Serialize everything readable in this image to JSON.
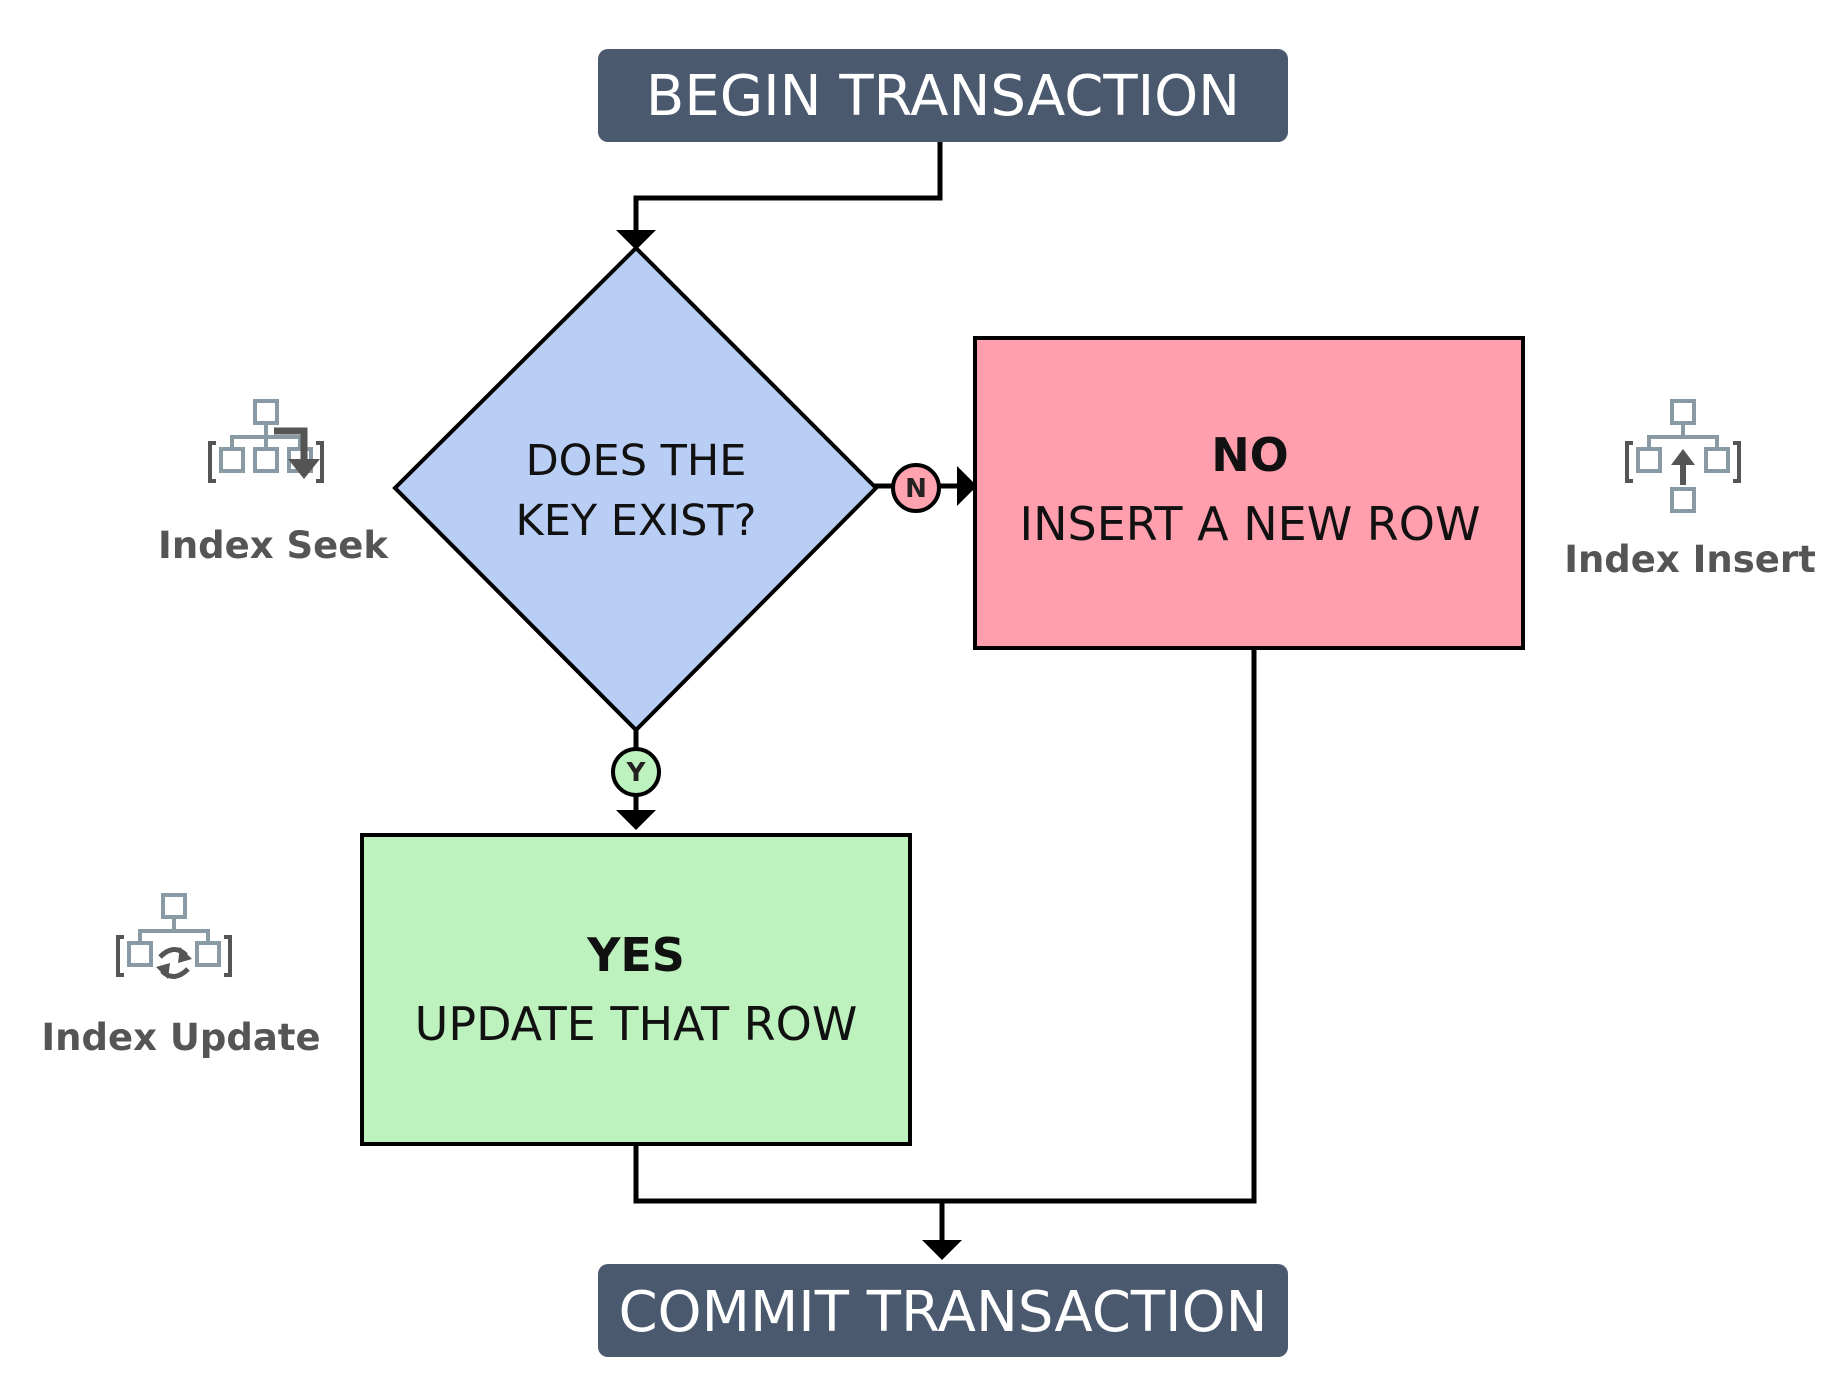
{
  "start": {
    "label": "BEGIN TRANSACTION"
  },
  "decision": {
    "line1": "DOES THE",
    "line2": "KEY EXIST?"
  },
  "no_branch": {
    "badge": "N",
    "title": "NO",
    "text": "INSERT A NEW ROW"
  },
  "yes_branch": {
    "badge": "Y",
    "title": "YES",
    "text": "UPDATE THAT ROW"
  },
  "end": {
    "label": "COMMIT TRANSACTION"
  },
  "icons": {
    "seek": {
      "label": "Index Seek",
      "icon": "index-seek-icon"
    },
    "insert": {
      "label": "Index Insert",
      "icon": "index-insert-icon"
    },
    "update": {
      "label": "Index Update",
      "icon": "index-update-icon"
    }
  },
  "colors": {
    "terminal": "#4a596e",
    "decision": "#b9cef4",
    "no_box": "#ff9fae",
    "yes_box": "#bdf2be",
    "no_badge": "#ffa3af",
    "yes_badge": "#bdf2be"
  }
}
